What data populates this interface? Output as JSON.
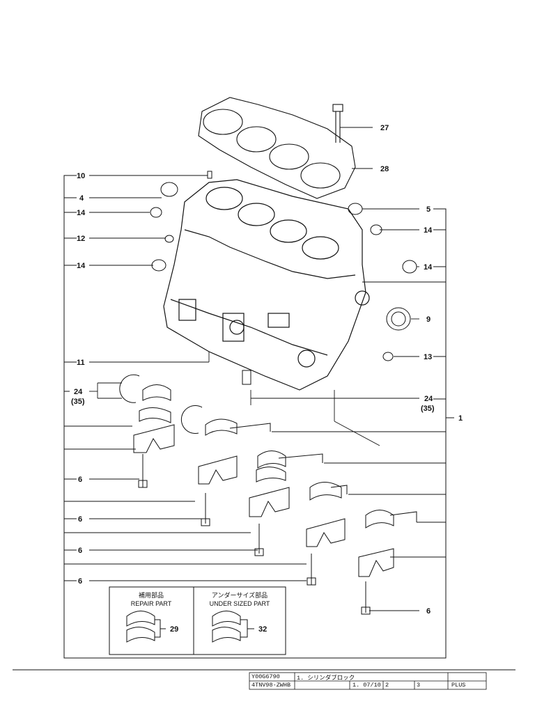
{
  "callouts": {
    "c27": "27",
    "c28": "28",
    "c10": "10",
    "c4": "4",
    "c14a": "14",
    "c12": "12",
    "c14b": "14",
    "c5": "5",
    "c14c": "14",
    "c14d": "14",
    "c9": "9",
    "c13": "13",
    "c11": "11",
    "c24a": "24",
    "c35a": "(35)",
    "c24b": "24",
    "c35b": "(35)",
    "c1": "1",
    "c6a": "6",
    "c6b": "6",
    "c6c": "6",
    "c6d": "6",
    "c6e": "6",
    "c29": "29",
    "c32": "32"
  },
  "inset": {
    "repair_jp": "補用部品",
    "repair_en": "REPAIR PART",
    "under_jp": "アンダーサイズ部品",
    "under_en": "UNDER SIZED PART"
  },
  "title_block": {
    "code": "Y00G6790",
    "name": "1. シリンダブロック",
    "model": "4TNV98-ZWHB",
    "date": "1. 07/10",
    "rev": "2",
    "page": "3",
    "edition": "PLUS"
  }
}
